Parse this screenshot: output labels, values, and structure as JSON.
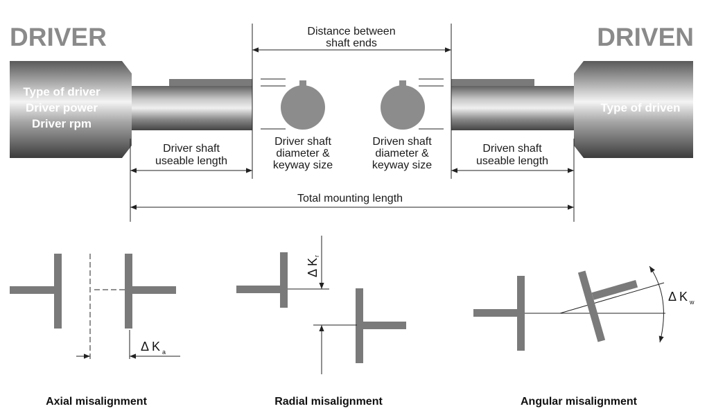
{
  "headings": {
    "driver": "DRIVER",
    "driven": "DRIVEN"
  },
  "driver_body": {
    "line1": "Type of driver",
    "line2": "Driver power",
    "line3": "Driver rpm"
  },
  "driven_body": {
    "line1": "Type of driven"
  },
  "dimensions": {
    "distance_between": {
      "line1": "Distance between",
      "line2": "shaft ends"
    },
    "driver_useable": {
      "line1": "Driver shaft",
      "line2": "useable length"
    },
    "driver_diameter": {
      "line1": "Driver shaft",
      "line2": "diameter &",
      "line3": "keyway size"
    },
    "driven_diameter": {
      "line1": "Driven shaft",
      "line2": "diameter &",
      "line3": "keyway size"
    },
    "driven_useable": {
      "line1": "Driven shaft",
      "line2": "useable length"
    },
    "total_mounting": "Total mounting length"
  },
  "misalignment": {
    "axial": {
      "caption": "Axial misalignment",
      "symbol": "Δ K",
      "subscript": "a"
    },
    "radial": {
      "caption": "Radial misalignment",
      "symbol": "Δ K",
      "subscript": "r"
    },
    "angular": {
      "caption": "Angular misalignment",
      "symbol": "Δ K",
      "subscript": "w"
    }
  },
  "colors": {
    "steel_dark": "#4a4a4a",
    "steel_light": "#f2f2f2",
    "part_gray": "#7a7a7a",
    "heading_gray": "#8a8a8a"
  }
}
